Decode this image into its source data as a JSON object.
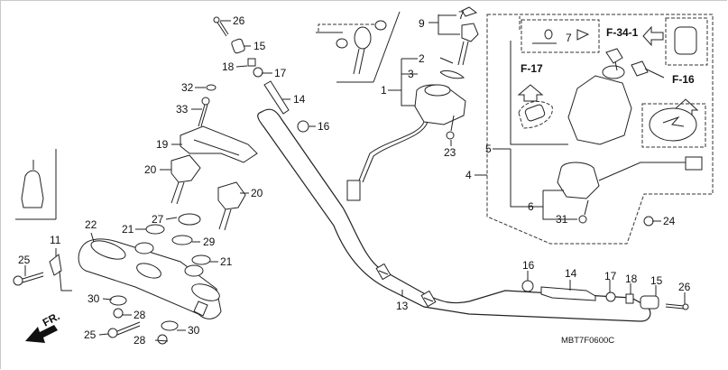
{
  "diagram": {
    "title": "Handlebar / Top Bridge / Ignition Switch parts diagram",
    "drawing_code": "MBT7F0600C",
    "front_indicator": "FR.",
    "callouts": [
      {
        "id": "c1",
        "label": "1"
      },
      {
        "id": "c2",
        "label": "2"
      },
      {
        "id": "c3",
        "label": "3"
      },
      {
        "id": "c4",
        "label": "4"
      },
      {
        "id": "c5",
        "label": "5"
      },
      {
        "id": "c6",
        "label": "6"
      },
      {
        "id": "c7a",
        "label": "7"
      },
      {
        "id": "c7b",
        "label": "7"
      },
      {
        "id": "c9",
        "label": "9"
      },
      {
        "id": "c11",
        "label": "11"
      },
      {
        "id": "c13",
        "label": "13"
      },
      {
        "id": "c14a",
        "label": "14"
      },
      {
        "id": "c14b",
        "label": "14"
      },
      {
        "id": "c15a",
        "label": "15"
      },
      {
        "id": "c15b",
        "label": "15"
      },
      {
        "id": "c16a",
        "label": "16"
      },
      {
        "id": "c16b",
        "label": "16"
      },
      {
        "id": "c17a",
        "label": "17"
      },
      {
        "id": "c17b",
        "label": "17"
      },
      {
        "id": "c18a",
        "label": "18"
      },
      {
        "id": "c18b",
        "label": "18"
      },
      {
        "id": "c19",
        "label": "19"
      },
      {
        "id": "c20a",
        "label": "20"
      },
      {
        "id": "c20b",
        "label": "20"
      },
      {
        "id": "c21a",
        "label": "21"
      },
      {
        "id": "c21b",
        "label": "21"
      },
      {
        "id": "c22",
        "label": "22"
      },
      {
        "id": "c23",
        "label": "23"
      },
      {
        "id": "c24",
        "label": "24"
      },
      {
        "id": "c25a",
        "label": "25"
      },
      {
        "id": "c25b",
        "label": "25"
      },
      {
        "id": "c26a",
        "label": "26"
      },
      {
        "id": "c26b",
        "label": "26"
      },
      {
        "id": "c27",
        "label": "27"
      },
      {
        "id": "c28a",
        "label": "28"
      },
      {
        "id": "c28b",
        "label": "28"
      },
      {
        "id": "c29",
        "label": "29"
      },
      {
        "id": "c30a",
        "label": "30"
      },
      {
        "id": "c30b",
        "label": "30"
      },
      {
        "id": "c31",
        "label": "31"
      },
      {
        "id": "c32",
        "label": "32"
      },
      {
        "id": "c33",
        "label": "33"
      }
    ],
    "cross_references": [
      {
        "id": "f341",
        "label": "F-34-1"
      },
      {
        "id": "f17",
        "label": "F-17"
      },
      {
        "id": "f16",
        "label": "F-16"
      }
    ]
  }
}
